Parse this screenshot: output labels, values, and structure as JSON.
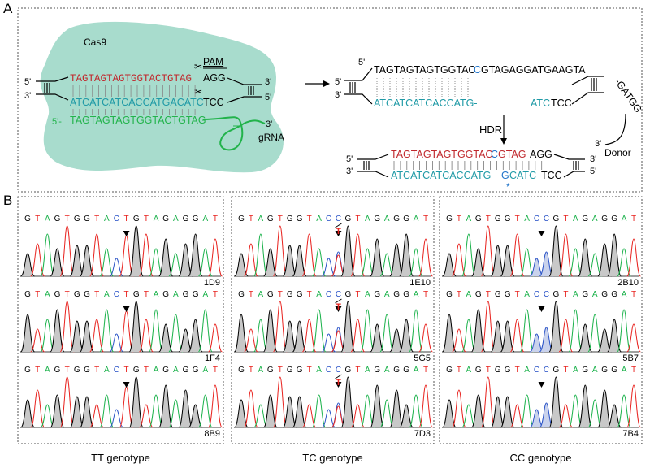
{
  "colors": {
    "red": "#c0282d",
    "teal": "#1f9aa6",
    "green": "#22b34b",
    "cas9_fill": "#a8dccd",
    "blue_c": "#1f73c9",
    "trace_a": "#1bb24b",
    "trace_c": "#2a53c7",
    "trace_g": "#000000",
    "trace_t": "#e8231f",
    "shade": "#c8c8c8",
    "blue_shade": "#c9d2ec"
  },
  "panel_a": {
    "label": "A",
    "cas9_label": "Cas9",
    "pam_label": "PAM",
    "gRNA_label": "gRNA",
    "donor_label": "Donor",
    "hdr_label": "HDR",
    "five_prime": "5'",
    "three_prime": "3'",
    "left": {
      "top_red": "TAGTAGTAGTGGTACTGTAG",
      "top_pam": "AGG",
      "bottom_teal": "ATCATCATCACCATGACATC",
      "bottom_black": "TCC",
      "grna": "TAGTAGTAGTGGTACTGTAG",
      "grna_prefix": "5'-"
    },
    "right_top": {
      "top_black1": "TAGTAGTAGTGGTAC",
      "top_blue": "C",
      "top_black2": "GTAGAGGATGAAGTA",
      "donor_tail1": "-GATGG",
      "bottom_teal1": "ATCATCATCACCATG-",
      "bottom_teal2": "ATC",
      "bottom_black": "TCC"
    },
    "right_bottom": {
      "top_red1": "TAGTAGTAGTGGTAC",
      "top_blue": "C",
      "top_red2": "GTAG",
      "top_black": "AGG",
      "bottom_teal1": "ATCATCATCACCATG",
      "bottom_blue": "G",
      "bottom_teal2": "CATC",
      "bottom_black": "TCC",
      "asterisk": "*"
    }
  },
  "panel_b": {
    "label": "B",
    "sequence_tt": [
      "G",
      "T",
      "A",
      "G",
      "T",
      "G",
      "G",
      "T",
      "A",
      "C",
      "T",
      "G",
      "T",
      "A",
      "G",
      "A",
      "G",
      "G",
      "A",
      "T"
    ],
    "sequence_tc": [
      "G",
      "T",
      "A",
      "G",
      "T",
      "G",
      "G",
      "T",
      "A",
      "C",
      "C",
      "G",
      "T",
      "A",
      "G",
      "A",
      "G",
      "G",
      "A",
      "T"
    ],
    "sequence_cc": [
      "G",
      "T",
      "A",
      "G",
      "T",
      "G",
      "G",
      "T",
      "A",
      "C",
      "C",
      "G",
      "T",
      "A",
      "G",
      "A",
      "G",
      "G",
      "A",
      "T"
    ],
    "tc_overlay": "T",
    "genotypes": [
      {
        "name": "TT genotype",
        "samples": [
          "1D9",
          "1F4",
          "8B9"
        ]
      },
      {
        "name": "TC genotype",
        "samples": [
          "1E10",
          "5G5",
          "7D3"
        ]
      },
      {
        "name": "CC genotype",
        "samples": [
          "2B10",
          "5B7",
          "7B4"
        ]
      }
    ]
  }
}
